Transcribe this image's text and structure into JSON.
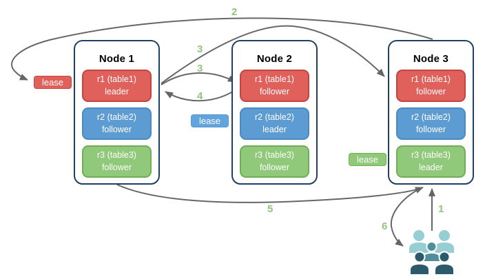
{
  "nodes": [
    {
      "title": "Node 1",
      "replicas": [
        {
          "name": "r1 (table1)",
          "role": "leader",
          "color": "#e0605c"
        },
        {
          "name": "r2 (table2)",
          "role": "follower",
          "color": "#5d9cd3"
        },
        {
          "name": "r3 (table3)",
          "role": "follower",
          "color": "#90c97a"
        }
      ]
    },
    {
      "title": "Node 2",
      "replicas": [
        {
          "name": "r1 (table1)",
          "role": "follower",
          "color": "#e0605c"
        },
        {
          "name": "r2 (table2)",
          "role": "leader",
          "color": "#5d9cd3"
        },
        {
          "name": "r3 (table3)",
          "role": "follower",
          "color": "#90c97a"
        }
      ]
    },
    {
      "title": "Node 3",
      "replicas": [
        {
          "name": "r1 (table1)",
          "role": "follower",
          "color": "#e0605c"
        },
        {
          "name": "r2 (table2)",
          "role": "follower",
          "color": "#5d9cd3"
        },
        {
          "name": "r3 (table3)",
          "role": "leader",
          "color": "#90c97a"
        }
      ]
    }
  ],
  "leases": [
    {
      "label": "lease",
      "color": "#e0605c"
    },
    {
      "label": "lease",
      "color": "#64a4dc"
    },
    {
      "label": "lease",
      "color": "#90c97a"
    }
  ],
  "steps": [
    "2",
    "3",
    "3",
    "4",
    "5",
    "1",
    "6"
  ],
  "icons": {
    "users_group": "users-icon"
  },
  "colors": {
    "node_border": "#1f4063",
    "arrow": "#666666",
    "step_label": "#93c47d",
    "red": "#e0605c",
    "blue": "#5d9cd3",
    "green": "#90c97a",
    "users_light": "#96ced3",
    "users_mid": "#4f8e9b",
    "users_dark": "#2b5a6b"
  }
}
